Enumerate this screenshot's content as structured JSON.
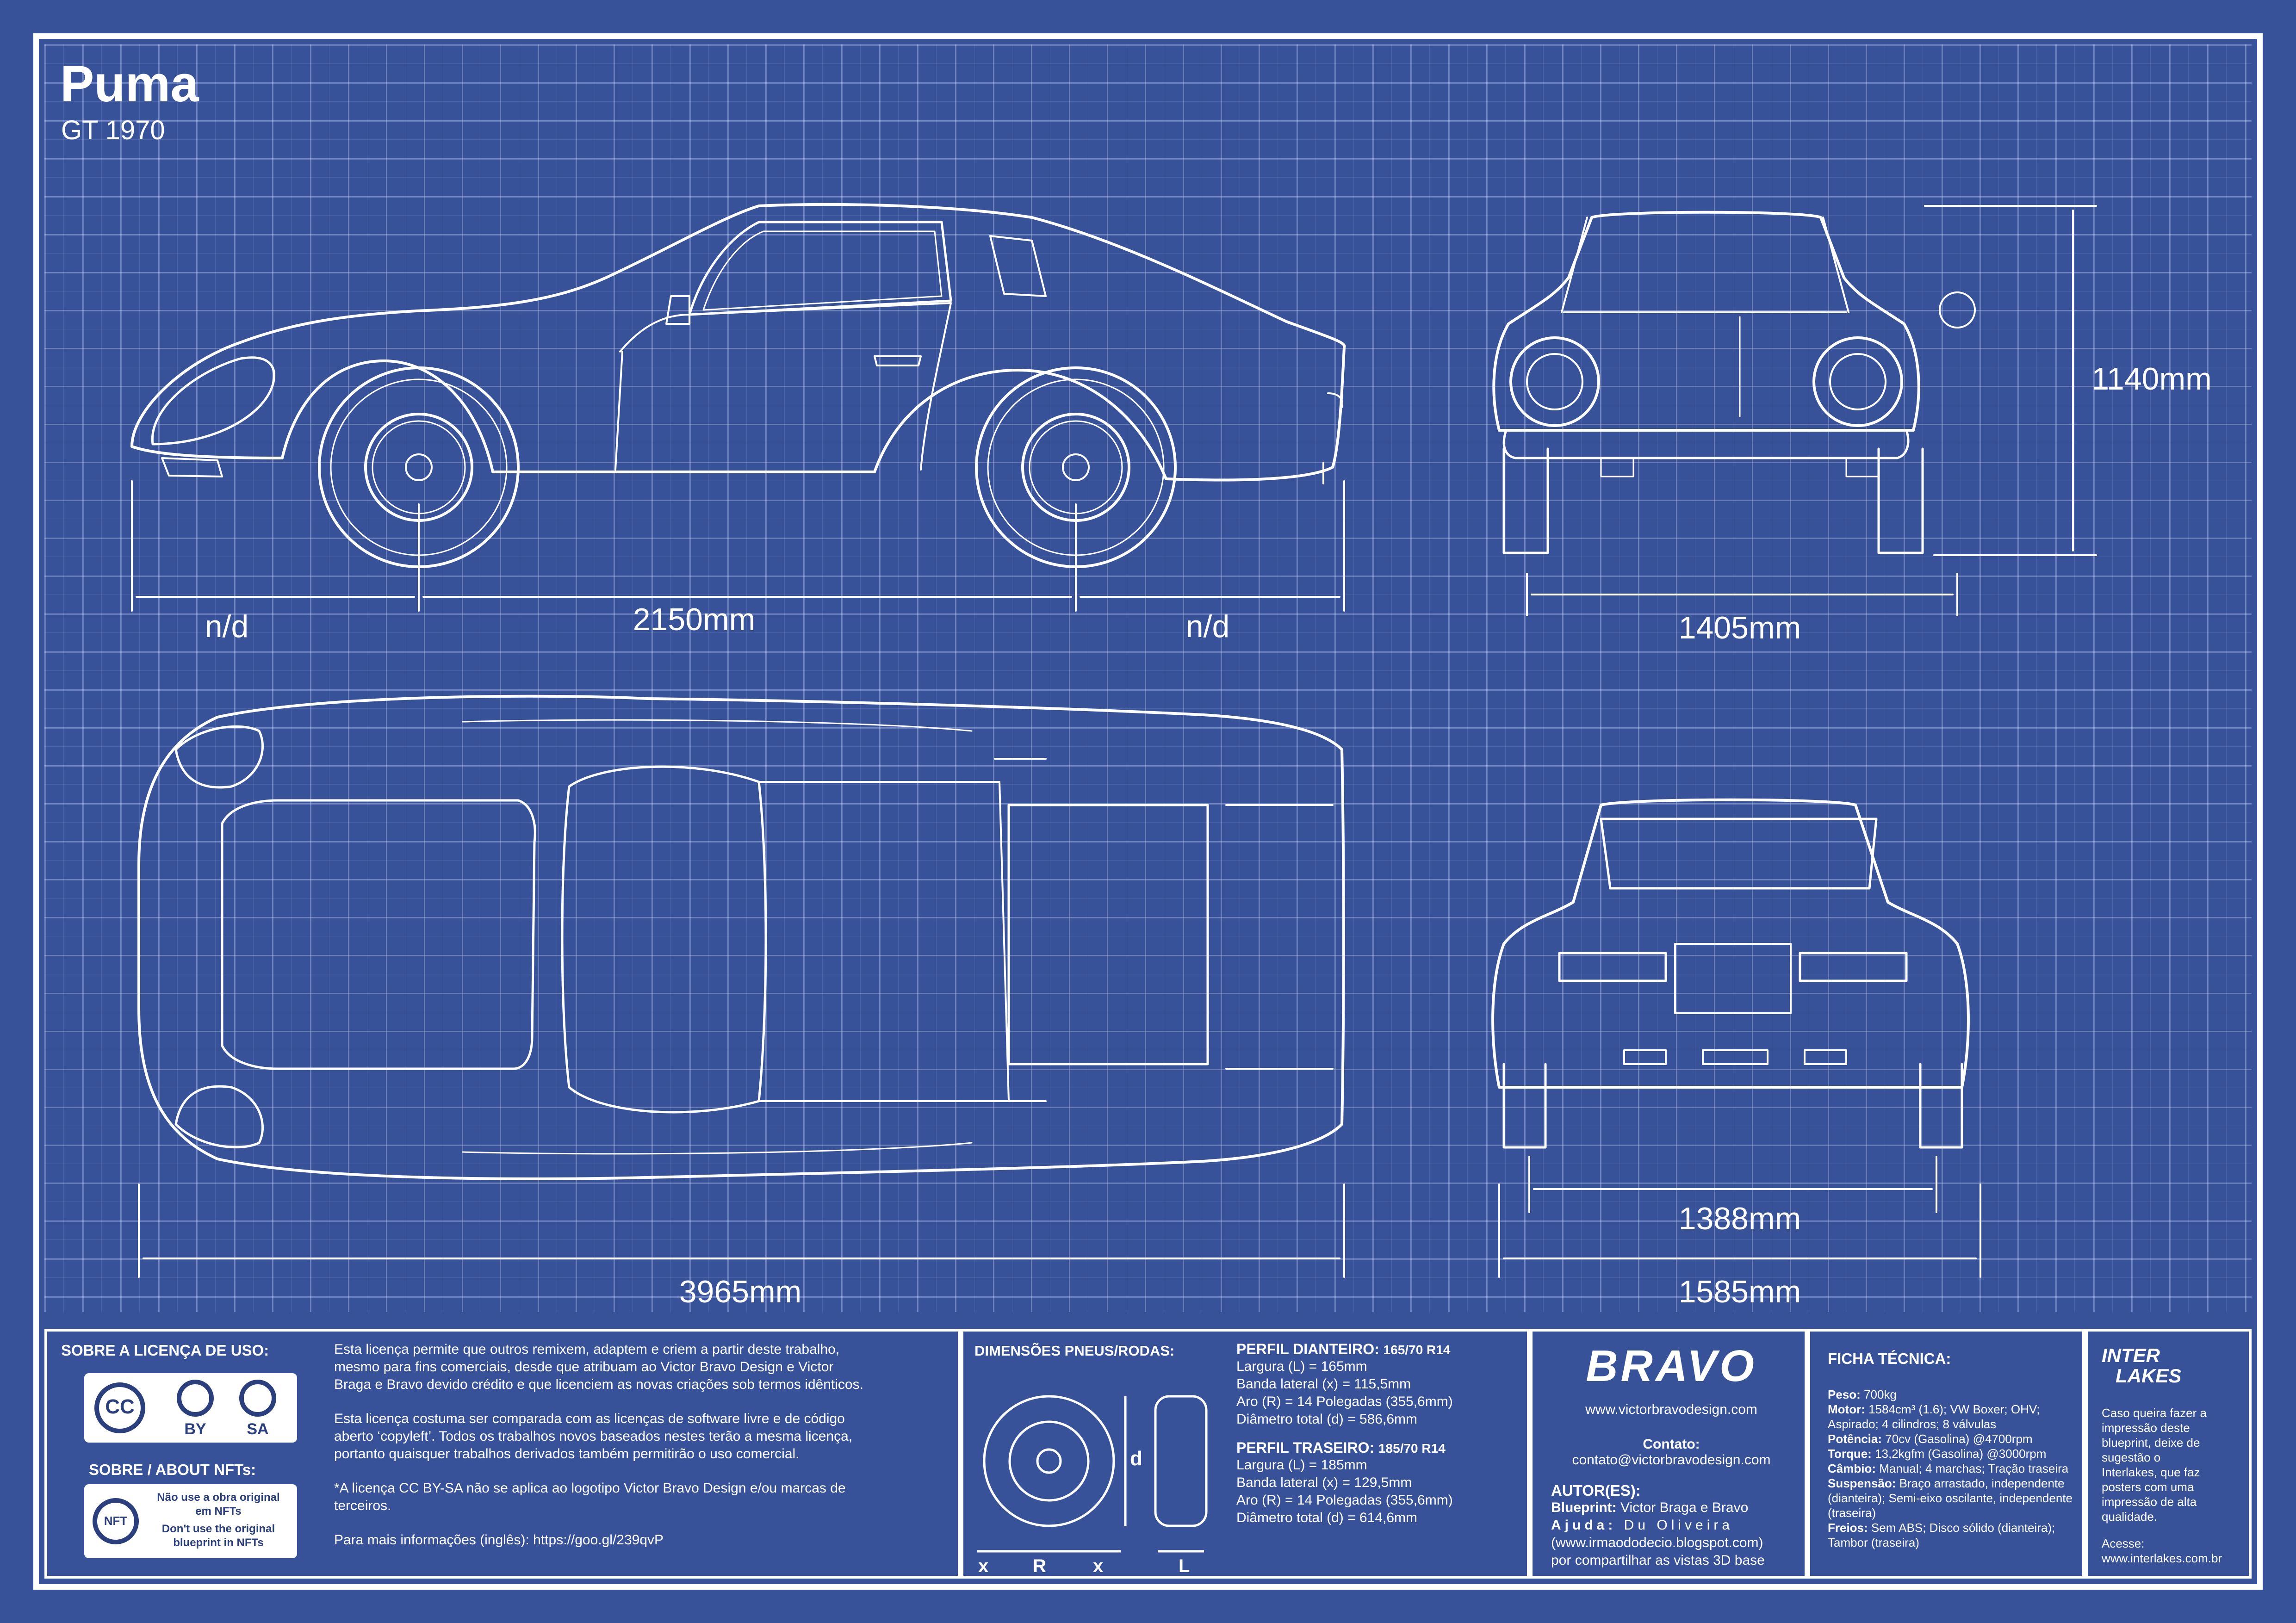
{
  "header": {
    "title": "Puma",
    "subtitle": "GT 1970"
  },
  "dimensions": {
    "front_overhang": "n/d",
    "wheelbase": "2150mm",
    "rear_overhang": "n/d",
    "height": "1140mm",
    "front_track": "1405mm",
    "rear_track": "1388mm",
    "length": "3965mm",
    "width": "1585mm"
  },
  "license": {
    "heading": "SOBRE A LICENÇA DE USO:",
    "para1_l1": "Esta licença permite que outros remixem, adaptem e criem a partir deste trabalho,",
    "para1_l2": "mesmo para fins comerciais, desde que atribuam ao Victor Bravo Design e Victor",
    "para1_l3": "Braga e Bravo devido crédito e que licenciem as novas criações sob termos idênticos.",
    "para2_l1": "Esta licença costuma ser comparada com as licenças de software livre e de código",
    "para2_l2": "aberto ‘copyleft’. Todos os trabalhos novos baseados nestes terão a mesma licença,",
    "para2_l3": "portanto quaisquer trabalhos derivados também permitirão o uso comercial.",
    "para3_l1": "*A licença CC BY-SA não se aplica ao logotipo Victor Bravo Design e/ou marcas de",
    "para3_l2": "terceiros.",
    "more_info": "Para mais informações (inglês): https://goo.gl/239qvP",
    "cc_label": "CC",
    "by_label": "BY",
    "sa_label": "SA"
  },
  "nft": {
    "heading": "SOBRE / ABOUT NFTs:",
    "pt_l1": "Não use a obra original",
    "pt_l2": "em NFTs",
    "en_l1": "Don't use the original",
    "en_l2": "blueprint in NFTs",
    "icon_label": "NFT"
  },
  "tires": {
    "heading": "DIMENSÕES PNEUS/RODAS:",
    "label_d": "d",
    "label_x": "x",
    "label_r": "R",
    "label_l": "L",
    "front_heading": "PERFIL DIANTEIRO:",
    "front_size": "165/70 R14",
    "front_l1": "Largura (L) = 165mm",
    "front_l2": "Banda lateral (x) = 115,5mm",
    "front_l3": "Aro (R) = 14 Polegadas (355,6mm)",
    "front_l4": "Diâmetro total (d) = 586,6mm",
    "rear_heading": "PERFIL TRASEIRO:",
    "rear_size": "185/70 R14",
    "rear_l1": "Largura (L) = 185mm",
    "rear_l2": "Banda lateral (x) = 129,5mm",
    "rear_l3": "Aro (R) = 14 Polegadas (355,6mm)",
    "rear_l4": "Diâmetro total (d) = 614,6mm"
  },
  "bravo": {
    "logo": "BRAVO",
    "website": "www.victorbravodesign.com",
    "contact_label": "Contato:",
    "contact_email": "contato@victorbravodesign.com",
    "authors_heading": "AUTOR(ES):",
    "blueprint_label": "Blueprint:",
    "blueprint_value": "Victor Braga e Bravo",
    "help_label": "Ajuda:",
    "help_value": "Du Oliveira",
    "help_site": "(www.irmaododecio.blogspot.com)",
    "help_note": "por compartilhar as vistas 3D base"
  },
  "specs": {
    "heading": "FICHA TÉCNICA:",
    "peso_label": "Peso:",
    "peso": "700kg",
    "motor_label": "Motor:",
    "motor_l1": "1584cm³ (1.6); VW Boxer; OHV;",
    "motor_l2": "Aspirado; 4 cilindros; 8 válvulas",
    "potencia_label": "Potência:",
    "potencia": "70cv (Gasolina) @4700rpm",
    "torque_label": "Torque:",
    "torque": "13,2kgfm (Gasolina) @3000rpm",
    "cambio_label": "Câmbio:",
    "cambio": "Manual; 4 marchas; Tração traseira",
    "susp_label": "Suspensão:",
    "susp_l1": "Braço arrastado, independente",
    "susp_l2": "(dianteira); Semi-eixo oscilante, independente",
    "susp_l3": "(traseira)",
    "freios_label": "Freios:",
    "freios_l1": "Sem ABS; Disco sólido (dianteira);",
    "freios_l2": "Tambor (traseira)"
  },
  "interlakes": {
    "logo_l1": "INTER",
    "logo_l2": "LAKES",
    "text_l1": "Caso queira fazer a",
    "text_l2": "impressão deste",
    "text_l3": "blueprint, deixe de",
    "text_l4": "sugestão o",
    "text_l5": "Interlakes, que faz",
    "text_l6": "posters com uma",
    "text_l7": "impressão de alta",
    "text_l8": "qualidade.",
    "access_label": "Acesse:",
    "url": "www.interlakes.com.br"
  },
  "colors": {
    "background": "#38529a",
    "line": "#ffffff",
    "grid": "#7d90c4"
  }
}
